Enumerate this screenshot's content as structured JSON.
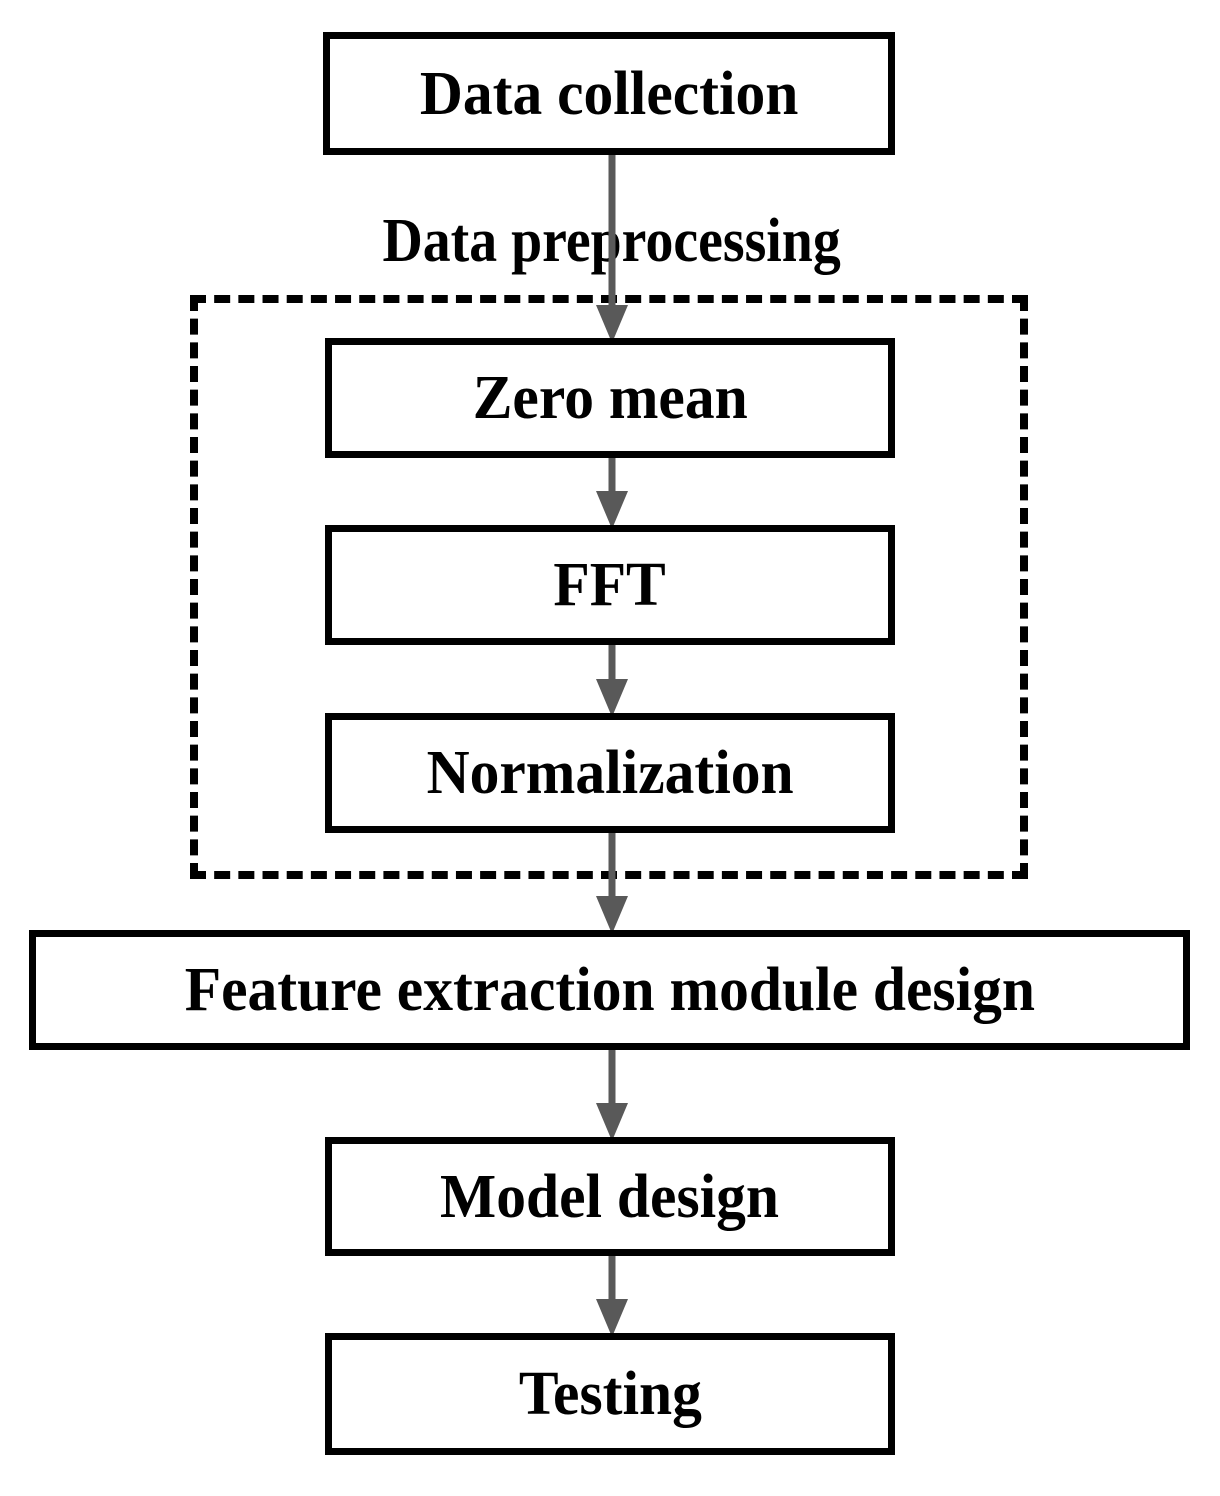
{
  "diagram": {
    "title": "Method workflow flowchart",
    "colors": {
      "node_border": "#000000",
      "node_fill": "#ffffff",
      "text": "#000000",
      "arrow": "#595959",
      "group_border": "#000000",
      "background": "#ffffff"
    },
    "nodes": [
      {
        "id": "data-collection",
        "label": "Data collection"
      },
      {
        "id": "zero-mean",
        "label": "Zero mean"
      },
      {
        "id": "fft",
        "label": "FFT"
      },
      {
        "id": "normalization",
        "label": "Normalization"
      },
      {
        "id": "feature-extraction",
        "label": "Feature extraction module design"
      },
      {
        "id": "model-design",
        "label": "Model design"
      },
      {
        "id": "testing",
        "label": "Testing"
      }
    ],
    "groups": [
      {
        "id": "preprocessing",
        "label": "Data preprocessing",
        "border_style": "dashed",
        "contains": [
          "zero-mean",
          "fft",
          "normalization"
        ]
      }
    ],
    "edges": [
      {
        "from": "data-collection",
        "to": "zero-mean",
        "style": "solid-arrow"
      },
      {
        "from": "zero-mean",
        "to": "fft",
        "style": "solid-arrow"
      },
      {
        "from": "fft",
        "to": "normalization",
        "style": "solid-arrow"
      },
      {
        "from": "normalization",
        "to": "feature-extraction",
        "style": "solid-arrow"
      },
      {
        "from": "feature-extraction",
        "to": "model-design",
        "style": "solid-arrow"
      },
      {
        "from": "model-design",
        "to": "testing",
        "style": "solid-arrow"
      }
    ]
  }
}
